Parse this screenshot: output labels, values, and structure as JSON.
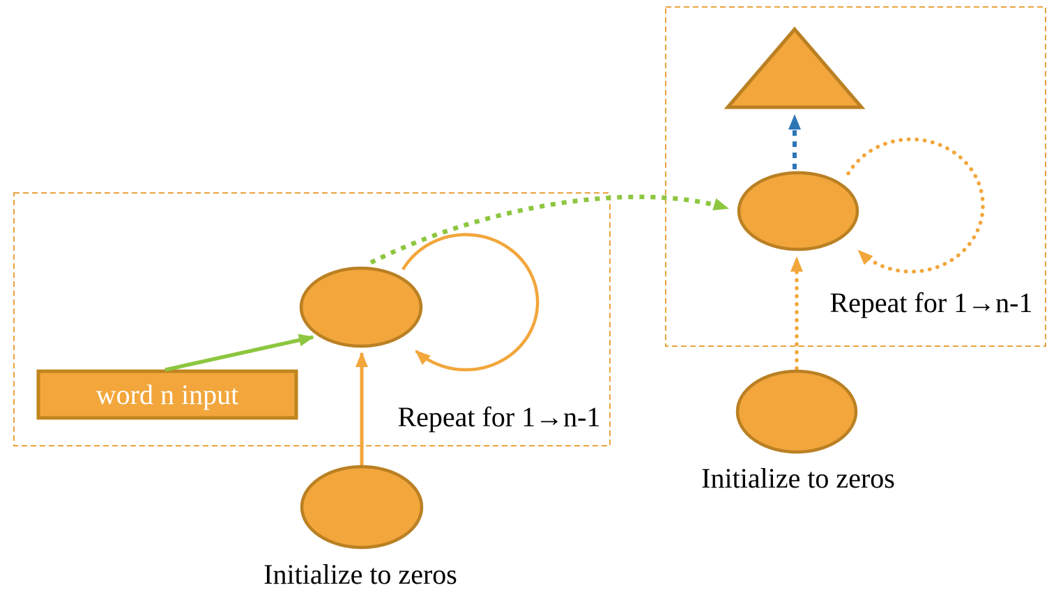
{
  "labels": {
    "word_input": "word n input",
    "left_repeat": "Repeat for 1→n-1",
    "right_repeat": "Repeat for 1→n-1",
    "left_init": "Initialize to zeros",
    "right_init": "Initialize to zeros"
  },
  "colors": {
    "node_fill": "#F2A63B",
    "node_stroke": "#BA8023",
    "dashed_group_border": "#E8A33D",
    "green_arrow": "#8DC63F",
    "blue_arrow": "#2E75B6",
    "label_text": "#000000",
    "input_box_text": "#FFFFFF"
  }
}
